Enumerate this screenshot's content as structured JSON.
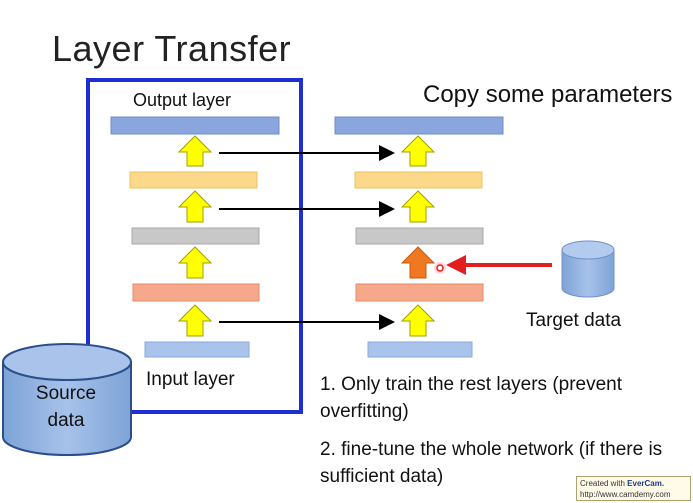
{
  "slide": {
    "title": "Layer Transfer",
    "copy_label": "Copy some parameters",
    "output_layer_label": "Output layer",
    "input_layer_label": "Input layer",
    "source_db": {
      "line1": "Source",
      "line2": "data"
    },
    "target_db_label": "Target data",
    "note_1": "1. Only train the rest layers (prevent overfitting)",
    "note_2": "2. fine-tune the whole network (if there is sufficient data)"
  },
  "watermark": {
    "prefix": "Created with",
    "brand": "EverCam.",
    "url": "http://www.camdemy.com"
  },
  "colors": {
    "box_border": "#1d2fd1",
    "layer_blue": "#8aa6dd",
    "layer_yellow": "#fbd88a",
    "layer_gray": "#c8c8c8",
    "layer_orange": "#f5a98a",
    "layer_lightblue": "#a9c3ea",
    "arrow_yellow": "#ffff00",
    "arrow_orange": "#f07820",
    "red_arrow": "#e21e1e",
    "db_fill": "#8aaedc"
  }
}
